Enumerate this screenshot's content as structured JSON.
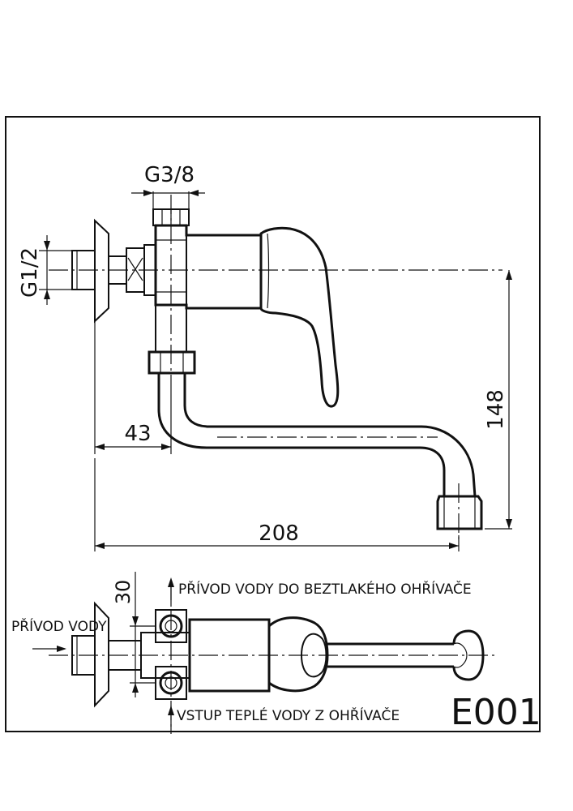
{
  "dimensions": {
    "g38": "G3/8",
    "g12": "G1/2",
    "d148": "148",
    "d43": "43",
    "d208": "208",
    "d30": "30"
  },
  "notes": {
    "privod_vody_do": "PŘÍVOD VODY DO BEZTLAKÉHO OHŘÍVAČE",
    "privod_vody": "PŘÍVOD VODY",
    "vstup_teple": "VSTUP TEPLÉ VODY Z OHŘÍVAČE"
  },
  "code": "E001"
}
